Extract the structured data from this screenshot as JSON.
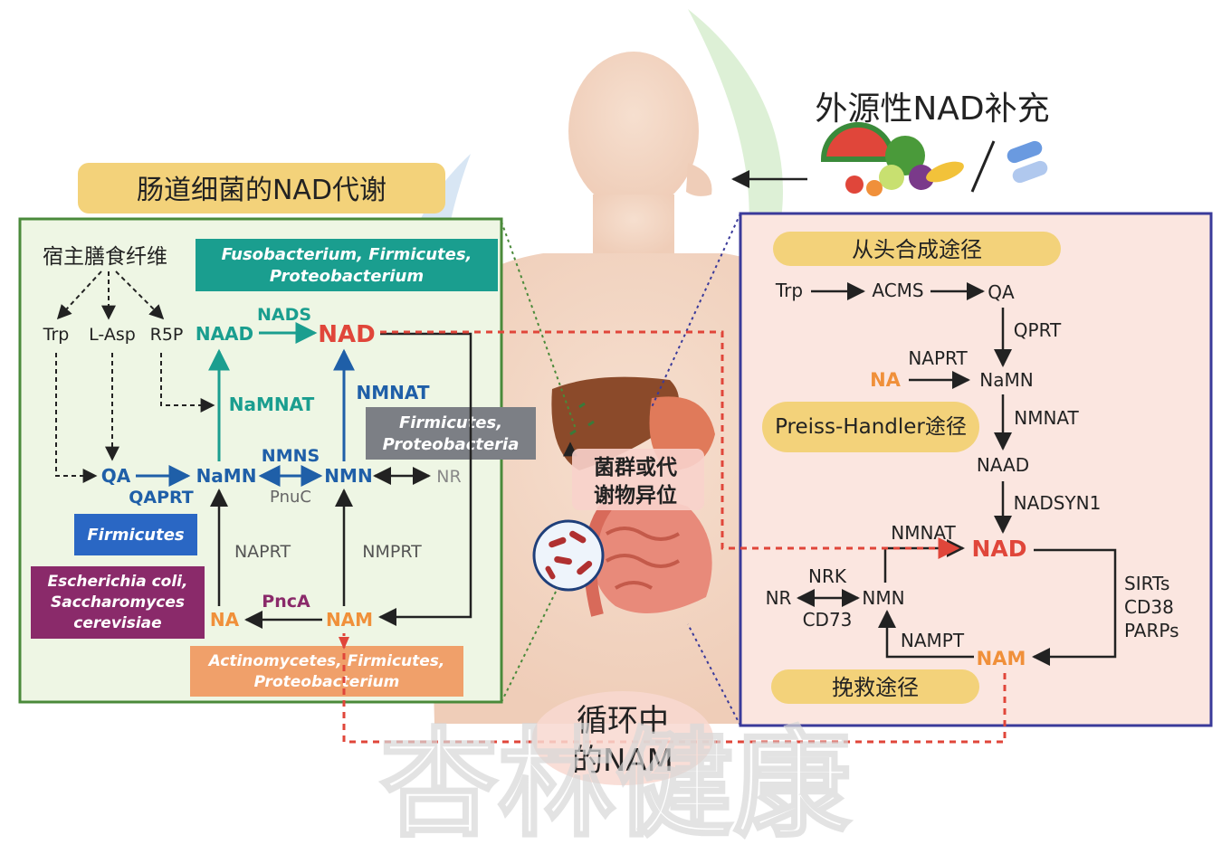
{
  "titles": {
    "gut_bacteria": "肠道细菌的NAD代谢",
    "exogenous": "外源性NAD补充",
    "dysbiosis_l1": "菌群或代",
    "dysbiosis_l2": "谢物异位",
    "circulating_l1": "循环中",
    "circulating_l2": "的NAM",
    "watermark": "杏林健康"
  },
  "left_panel": {
    "fiber": "宿主膳食纤维",
    "trp": "Trp",
    "lasp": "L-Asp",
    "r5p": "R5P",
    "naad": "NAAD",
    "nads": "NADS",
    "nad": "NAD",
    "namnat": "NaMNAT",
    "nmnat": "NMNAT",
    "qa": "QA",
    "qaprt": "QAPRT",
    "namn": "NaMN",
    "nmns": "NMNS",
    "pnuc": "PnuC",
    "nmn": "NMN",
    "nr": "NR",
    "naprt": "NAPRT",
    "nmprt": "NMPRT",
    "na": "NA",
    "pnca": "PncA",
    "nam": "NAM",
    "box_fuso_l1": "Fusobacterium, Firmicutes,",
    "box_fuso_l2": "Proteobacterium",
    "box_firm_prot_l1": "Firmicutes,",
    "box_firm_prot_l2": "Proteobacteria",
    "box_firmicutes": "Firmicutes",
    "box_ecoli_l1": "Escherichia coli,",
    "box_ecoli_l2": "Saccharomyces",
    "box_ecoli_l3": "cerevisiae",
    "box_actino_l1": "Actinomycetes, Firmicutes,",
    "box_actino_l2": "Proteobacterium"
  },
  "right_panel": {
    "de_novo": "从头合成途径",
    "preiss": "Preiss-Handler途径",
    "salvage": "挽救途径",
    "trp": "Trp",
    "acms": "ACMS",
    "qa": "QA",
    "qprt": "QPRT",
    "naprt": "NAPRT",
    "na": "NA",
    "namn": "NaMN",
    "nmnat1": "NMNAT",
    "naad": "NAAD",
    "nadsyn1": "NADSYN1",
    "nmnat2": "NMNAT",
    "nad": "NAD",
    "nrk": "NRK",
    "nr": "NR",
    "nmn": "NMN",
    "cd73": "CD73",
    "nampt": "NAMPT",
    "nam": "NAM",
    "sirts": "SIRTs",
    "cd38": "CD38",
    "parps": "PARPs"
  },
  "colors": {
    "teal": "#1a9e8f",
    "blue": "#1f5fa8",
    "red": "#e0463a",
    "orange": "#f0903a",
    "green_border": "#4a8a3a",
    "purple_border": "#3a3a9a",
    "yellow_label": "#f3d27a"
  }
}
